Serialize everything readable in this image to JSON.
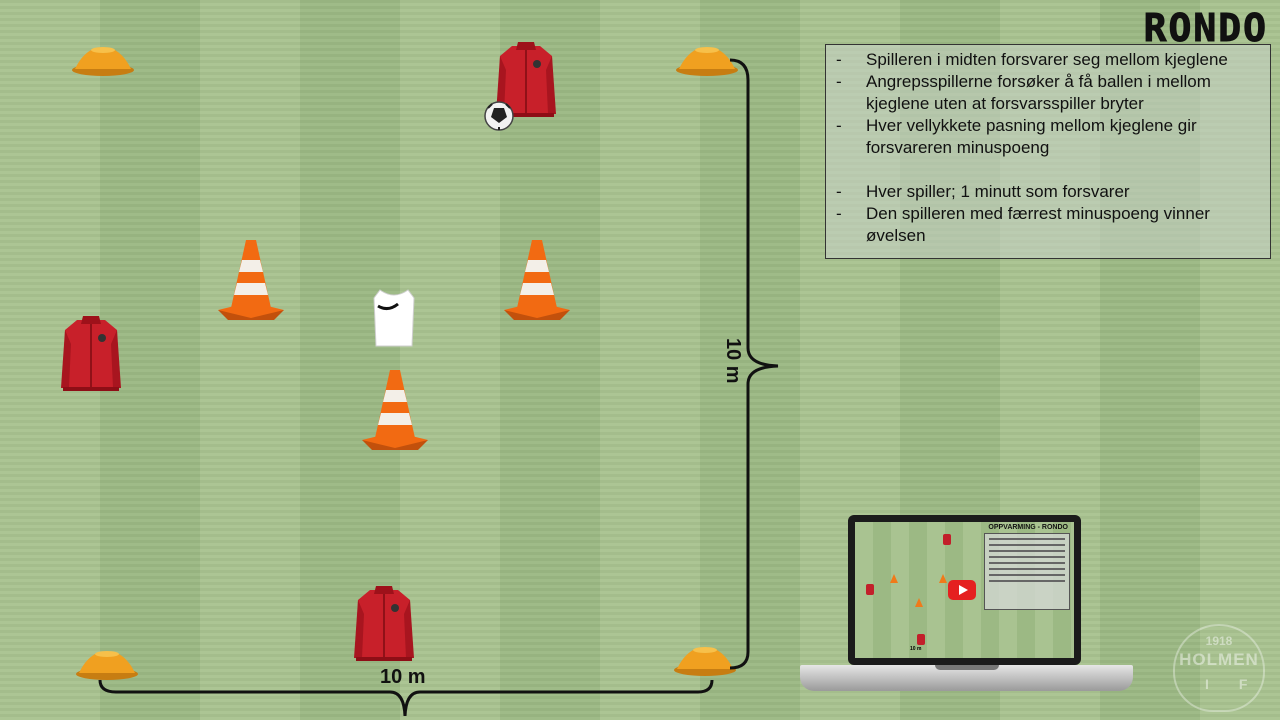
{
  "title": "RONDO",
  "instructions": [
    "Spilleren i midten forsvarer seg mellom kjeglene",
    "Angrepsspillerne forsøker å få ballen i mellom kjeglene uten at forsvarsspiller bryter",
    "Hver vellykkete pasning mellom kjeglene gir forsvareren minuspoeng",
    "Hver spiller; 1 minutt som forsvarer",
    "Den spilleren med færrest minuspoeng vinner øvelsen"
  ],
  "dimensions": {
    "horizontal": "10 m",
    "vertical": "10 m"
  },
  "video_thumbnail": {
    "title": "OPPVARMING - RONDO",
    "dimension_label": "10 m"
  },
  "logo": {
    "year": "1918",
    "name": "HOLMEN",
    "letters": "IF"
  },
  "colors": {
    "cone": "#f0a020",
    "traffic_cone": "#f26a12",
    "jacket": "#c8202a",
    "bib": "#ffffff",
    "play_button": "#e52020"
  }
}
